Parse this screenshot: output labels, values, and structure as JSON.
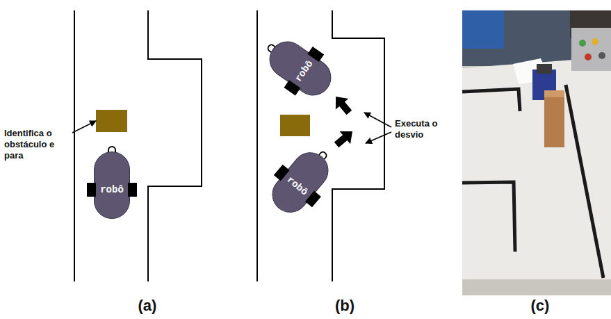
{
  "diagram": {
    "nodes": [
      {
        "text": [
          "robô"
        ]
      },
      {
        "text": [
          "robô"
        ]
      },
      {
        "text": [
          "robô"
        ]
      }
    ],
    "labels": [
      "Identifica o obstáculo e para",
      "Executa o desvio",
      "(a)",
      "(b)",
      "(c)"
    ]
  }
}
